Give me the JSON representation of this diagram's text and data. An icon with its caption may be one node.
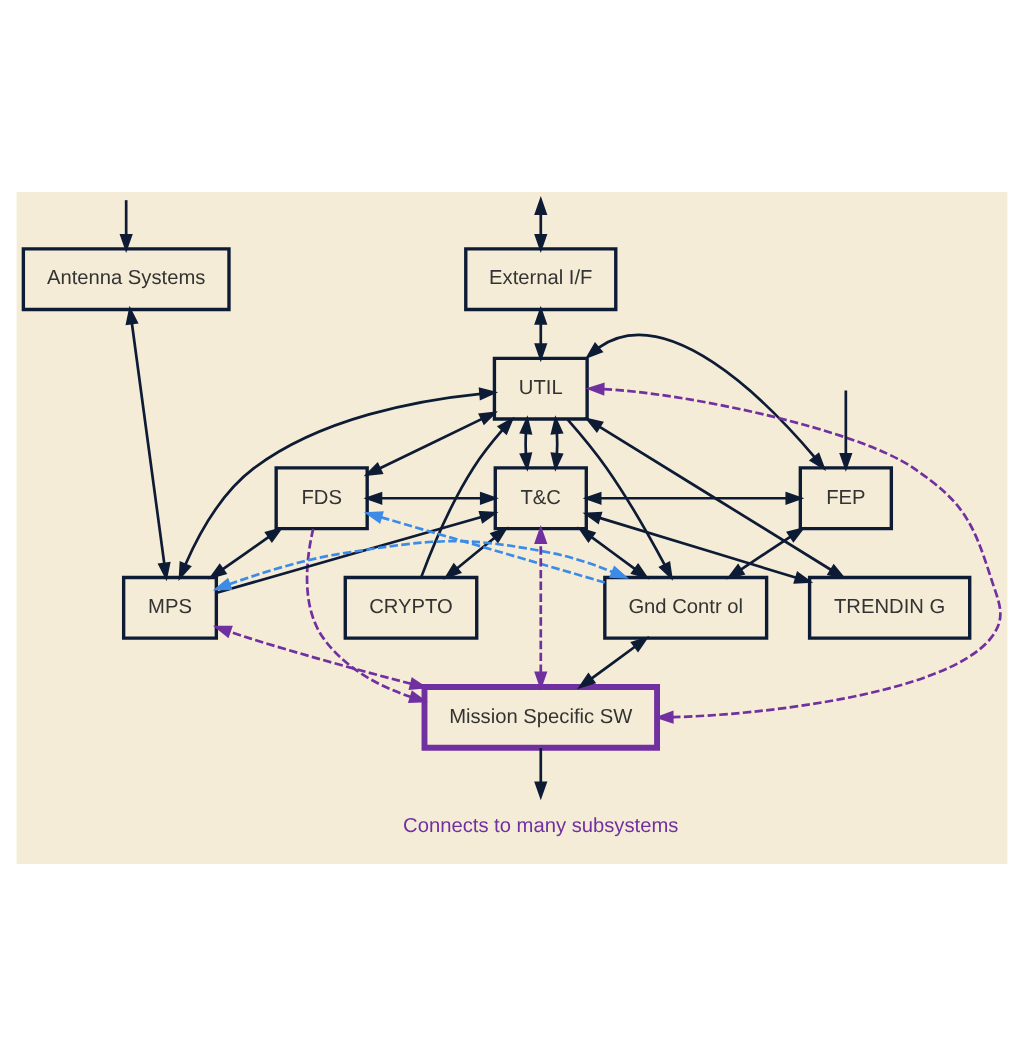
{
  "diagram": {
    "nodes": [
      {
        "text": [
          "External I/F"
        ]
      },
      {
        "text": [
          "Antenna Systems"
        ]
      },
      {
        "text": [
          "UTIL"
        ]
      },
      {
        "text": [
          "CRYPTO"
        ]
      },
      {
        "text": [
          "FDS"
        ]
      },
      {
        "text": [
          "T&C"
        ]
      },
      {
        "text": [
          "FEP"
        ]
      },
      {
        "text": [
          "TRENDIN G"
        ]
      },
      {
        "text": [
          "MPS"
        ]
      },
      {
        "text": [
          "Gnd Contr ol"
        ]
      },
      {
        "text": [
          "Mission Specific SW"
        ]
      },
      {
        "text": [
          "Connects to many subsystems"
        ]
      }
    ],
    "edges": [
      {
        "from": null,
        "to": 0,
        "arrow": "both"
      },
      {
        "from": 0,
        "to": 2,
        "arrow": "both"
      },
      {
        "from": null,
        "to": 1,
        "arrow": "to"
      },
      {
        "from": 4,
        "to": 2,
        "arrow": "both"
      },
      {
        "from": 8,
        "to": 2,
        "arrow": "both"
      },
      {
        "from": 3,
        "to": 2,
        "arrow": "to"
      },
      {
        "from": 5,
        "to": 3,
        "arrow": "both"
      },
      {
        "from": 2,
        "to": 5,
        "arrow": "both"
      },
      {
        "from": 7,
        "to": 2,
        "arrow": "both"
      },
      {
        "from": 6,
        "to": 2,
        "arrow": "both"
      },
      {
        "from": 5,
        "to": 2,
        "arrow": "both"
      },
      {
        "from": 5,
        "to": 6,
        "arrow": "both"
      },
      {
        "from": null,
        "to": 6,
        "arrow": "to"
      },
      {
        "from": 8,
        "to": 1,
        "arrow": "both"
      },
      {
        "from": 4,
        "to": 8,
        "arrow": "both"
      },
      {
        "from": 9,
        "to": 4,
        "arrow": "to",
        "style": "dashed",
        "color": "#3c8ce7"
      },
      {
        "from": 8,
        "to": 9,
        "arrow": "both",
        "style": "dashed",
        "color": "#3c8ce7"
      },
      {
        "from": 8,
        "to": 5,
        "arrow": "to"
      },
      {
        "from": 4,
        "to": 5,
        "arrow": "both"
      },
      {
        "from": 5,
        "to": 9,
        "arrow": "both"
      },
      {
        "from": 5,
        "to": 7,
        "arrow": "both"
      },
      {
        "from": 2,
        "to": 9,
        "arrow": "to"
      },
      {
        "from": 6,
        "to": 9,
        "arrow": "both"
      },
      {
        "from": 10,
        "to": 2,
        "arrow": "both",
        "style": "dashed",
        "color": "#7030a0"
      },
      {
        "from": 10,
        "to": 5,
        "arrow": "both",
        "style": "dashed",
        "color": "#7030a0"
      },
      {
        "from": 4,
        "to": 10,
        "arrow": "to",
        "style": "dashed",
        "color": "#7030a0"
      },
      {
        "from": 10,
        "to": 8,
        "arrow": "both",
        "style": "dashed",
        "color": "#7030a0"
      },
      {
        "from": 9,
        "to": 10,
        "arrow": "both"
      },
      {
        "from": 10,
        "to": 11,
        "arrow": "to"
      }
    ]
  }
}
